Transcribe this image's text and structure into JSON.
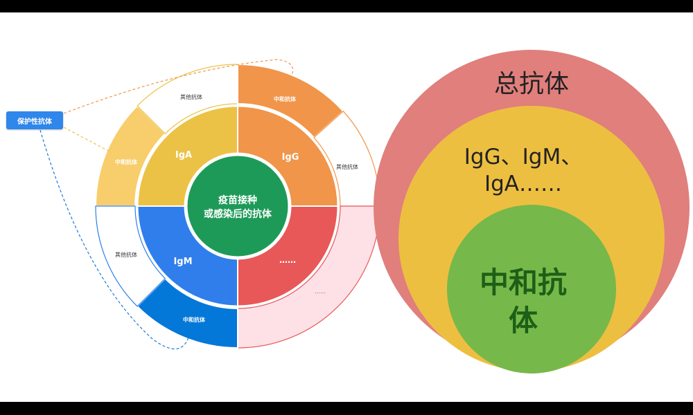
{
  "protective_tag": "保护性抗体",
  "center": {
    "line1": "疫苗接种",
    "line2": "或感染后的抗体"
  },
  "inner_segments": {
    "iga": "IgA",
    "igg": "IgG",
    "igm": "IgM",
    "other": "……"
  },
  "outer_segments": {
    "iga_other": "其他抗体",
    "igg_neutralizing": "中和抗体",
    "igg_other": "其他抗体",
    "iga_neutralizing": "中和抗体",
    "igm_other": "其他抗体",
    "igm_neutralizing": "中和抗体",
    "other": "……"
  },
  "venn": {
    "total": "总抗体",
    "types_line1": "IgG、IgM、",
    "types_line2": "IgA……",
    "neutralizing_line1": "中和抗",
    "neutralizing_line2": "体"
  },
  "colors": {
    "iga": "#ecc246",
    "igg": "#f0954a",
    "igm": "#2f7eeb",
    "other": "#e85858",
    "center": "#1e9a58",
    "iga_neutralizing": "#f8cd6b",
    "igg_neutralizing": "#f0954a",
    "igm_neutralizing": "#0478d8",
    "other_outer": "#fde1e7",
    "venn_total": "#e07f7c",
    "venn_types": "#edbf41",
    "venn_neutralizing": "#77b84a",
    "tag": "#2f86eb"
  }
}
